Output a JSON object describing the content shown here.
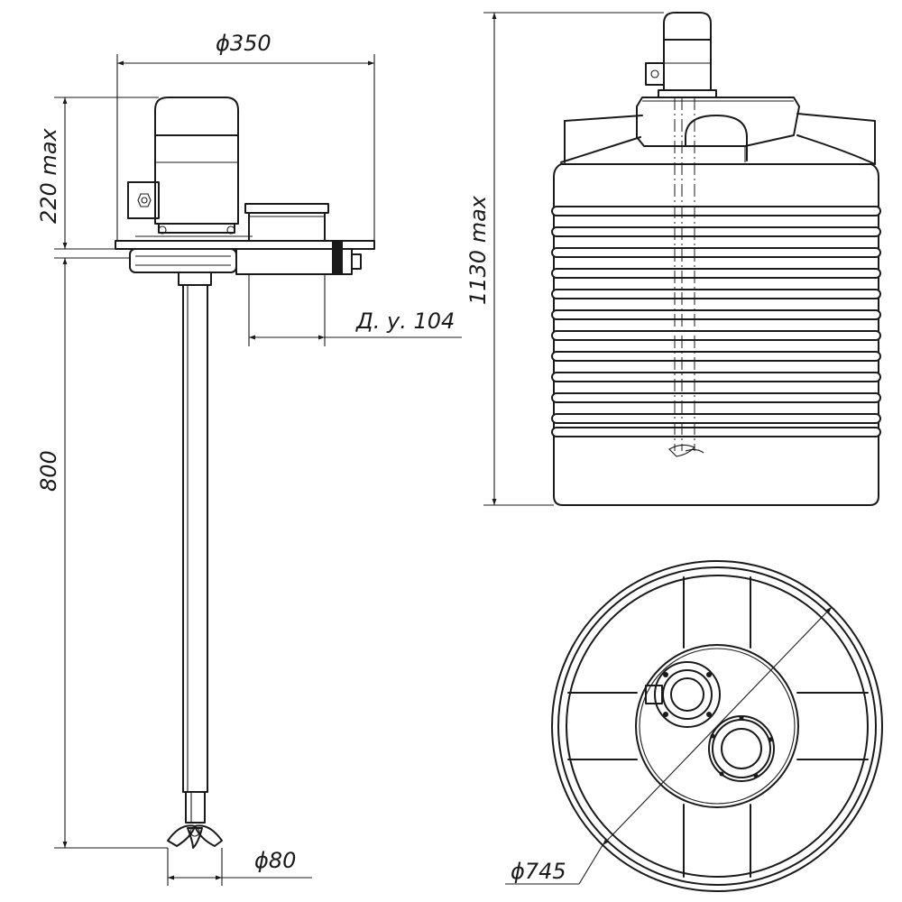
{
  "dimensions": {
    "motor_flange_diameter": "ϕ350",
    "motor_height": "220 max",
    "port_nominal_bore": "Д. у. 104",
    "shaft_length": "800",
    "impeller_diameter": "ϕ80",
    "total_height": "1130 max",
    "tank_diameter": "ϕ745"
  }
}
